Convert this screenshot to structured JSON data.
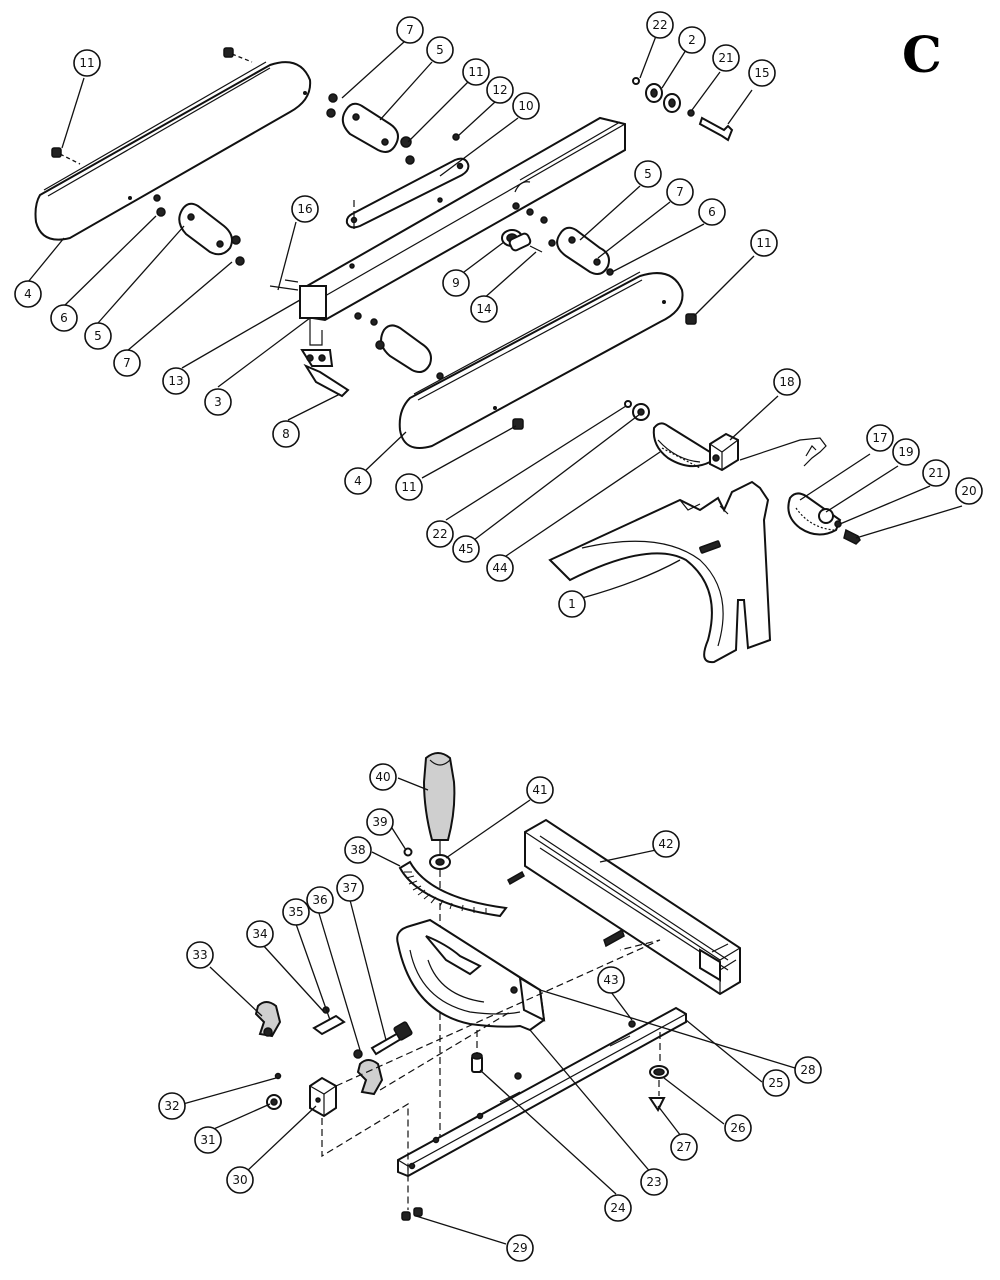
{
  "section_letter": "C",
  "diagram_title": "",
  "callouts": [
    {
      "id": "c-11a",
      "label": "11"
    },
    {
      "id": "c-4a",
      "label": "4"
    },
    {
      "id": "c-6a",
      "label": "6"
    },
    {
      "id": "c-5a",
      "label": "5"
    },
    {
      "id": "c-7a",
      "label": "7"
    },
    {
      "id": "c-7b",
      "label": "7"
    },
    {
      "id": "c-5b",
      "label": "5"
    },
    {
      "id": "c-11b",
      "label": "11"
    },
    {
      "id": "c-12",
      "label": "12"
    },
    {
      "id": "c-10",
      "label": "10"
    },
    {
      "id": "c-22a",
      "label": "22"
    },
    {
      "id": "c-2",
      "label": "2"
    },
    {
      "id": "c-21a",
      "label": "21"
    },
    {
      "id": "c-15",
      "label": "15"
    },
    {
      "id": "c-16",
      "label": "16"
    },
    {
      "id": "c-13",
      "label": "13"
    },
    {
      "id": "c-3",
      "label": "3"
    },
    {
      "id": "c-8",
      "label": "8"
    },
    {
      "id": "c-9",
      "label": "9"
    },
    {
      "id": "c-14",
      "label": "14"
    },
    {
      "id": "c-5c",
      "label": "5"
    },
    {
      "id": "c-7c",
      "label": "7"
    },
    {
      "id": "c-6b",
      "label": "6"
    },
    {
      "id": "c-11c",
      "label": "11"
    },
    {
      "id": "c-4b",
      "label": "4"
    },
    {
      "id": "c-11d",
      "label": "11"
    },
    {
      "id": "c-22b",
      "label": "22"
    },
    {
      "id": "c-45",
      "label": "45"
    },
    {
      "id": "c-44",
      "label": "44"
    },
    {
      "id": "c-18",
      "label": "18"
    },
    {
      "id": "c-17",
      "label": "17"
    },
    {
      "id": "c-19",
      "label": "19"
    },
    {
      "id": "c-21b",
      "label": "21"
    },
    {
      "id": "c-20",
      "label": "20"
    },
    {
      "id": "c-1",
      "label": "1"
    },
    {
      "id": "c-40",
      "label": "40"
    },
    {
      "id": "c-41",
      "label": "41"
    },
    {
      "id": "c-39",
      "label": "39"
    },
    {
      "id": "c-38",
      "label": "38"
    },
    {
      "id": "c-42",
      "label": "42"
    },
    {
      "id": "c-37",
      "label": "37"
    },
    {
      "id": "c-36",
      "label": "36"
    },
    {
      "id": "c-35",
      "label": "35"
    },
    {
      "id": "c-34",
      "label": "34"
    },
    {
      "id": "c-33",
      "label": "33"
    },
    {
      "id": "c-43",
      "label": "43"
    },
    {
      "id": "c-28",
      "label": "28"
    },
    {
      "id": "c-25",
      "label": "25"
    },
    {
      "id": "c-26",
      "label": "26"
    },
    {
      "id": "c-27",
      "label": "27"
    },
    {
      "id": "c-32",
      "label": "32"
    },
    {
      "id": "c-31",
      "label": "31"
    },
    {
      "id": "c-30",
      "label": "30"
    },
    {
      "id": "c-24",
      "label": "24"
    },
    {
      "id": "c-23",
      "label": "23"
    },
    {
      "id": "c-29",
      "label": "29"
    }
  ]
}
